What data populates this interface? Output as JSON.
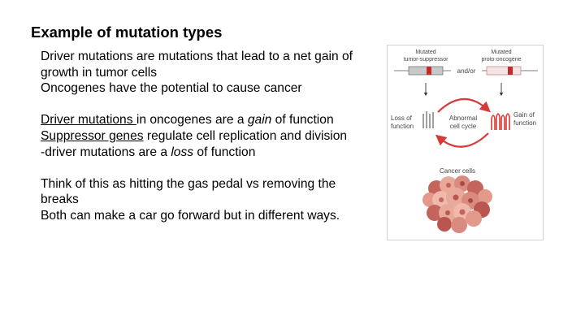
{
  "slide": {
    "title": "Example of mutation types",
    "lines": {
      "l1": "Driver mutations are mutations that lead to a net gain of growth in tumor cells",
      "l2": "Oncogenes have the potential to cause cancer",
      "l3a": "Driver mutations ",
      "l3b": "in oncogenes are a ",
      "l3c": "gain",
      "l3d": " of function",
      "l4a": "Suppressor genes",
      "l4b": " regulate cell replication and division",
      "l5a": "-driver mutations are a ",
      "l5b": "loss",
      "l5c": " of function",
      "l6": "Think of this as hitting the gas pedal vs removing the breaks",
      "l7": "Both can make a car go forward but in different ways."
    }
  },
  "figure": {
    "mutated_1": "Mutated",
    "suppressor": "tumor-suppressor",
    "mutated_2": "Mutated",
    "oncogene": "proto-oncogene",
    "andor": "and/or",
    "loss_1": "Loss of",
    "loss_2": "function",
    "abnormal_1": "Abnormal",
    "abnormal_2": "cell cycle",
    "gain_1": "Gain of",
    "gain_2": "function",
    "cancer": "Cancer cells"
  },
  "colors": {
    "arrow_red": "#d83a3a",
    "cell_pink": "#e8a89a",
    "cell_dark": "#b8564f",
    "gene_box": "#c8c8c8",
    "mutation_mark": "#c62828"
  }
}
